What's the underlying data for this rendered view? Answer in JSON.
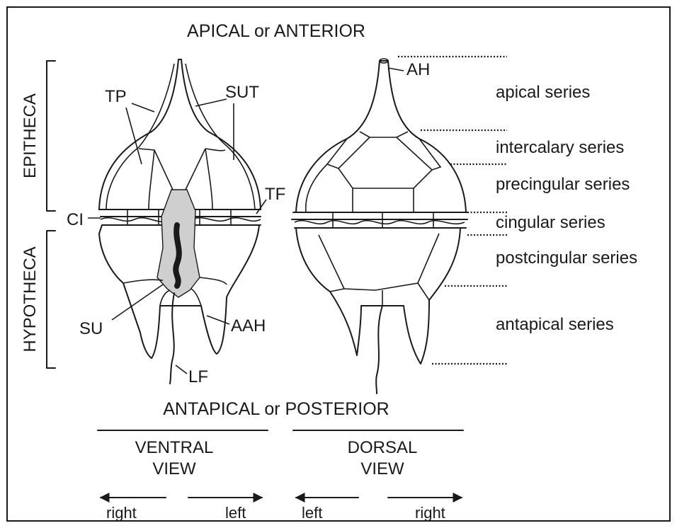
{
  "orientation": {
    "top": "APICAL or ANTERIOR",
    "bottom": "ANTAPICAL or POSTERIOR"
  },
  "regions": {
    "epitheca": "EPITHECA",
    "hypotheca": "HYPOTHECA"
  },
  "callouts": {
    "tp": "TP",
    "sut": "SUT",
    "tf": "TF",
    "ci": "CI",
    "su": "SU",
    "aah": "AAH",
    "lf": "LF",
    "ah": "AH"
  },
  "series": [
    "apical series",
    "intercalary series",
    "precingular series",
    "cingular series",
    "postcingular series",
    "antapical series"
  ],
  "views": {
    "ventral": {
      "line1": "VENTRAL",
      "line2": "VIEW",
      "arrow_left": "right",
      "arrow_right": "left"
    },
    "dorsal": {
      "line1": "DORSAL",
      "line2": "VIEW",
      "arrow_left": "left",
      "arrow_right": "right"
    }
  },
  "colors": {
    "ink": "#1a1a1a",
    "stipple": "#cfcfcf",
    "background": "#ffffff"
  }
}
